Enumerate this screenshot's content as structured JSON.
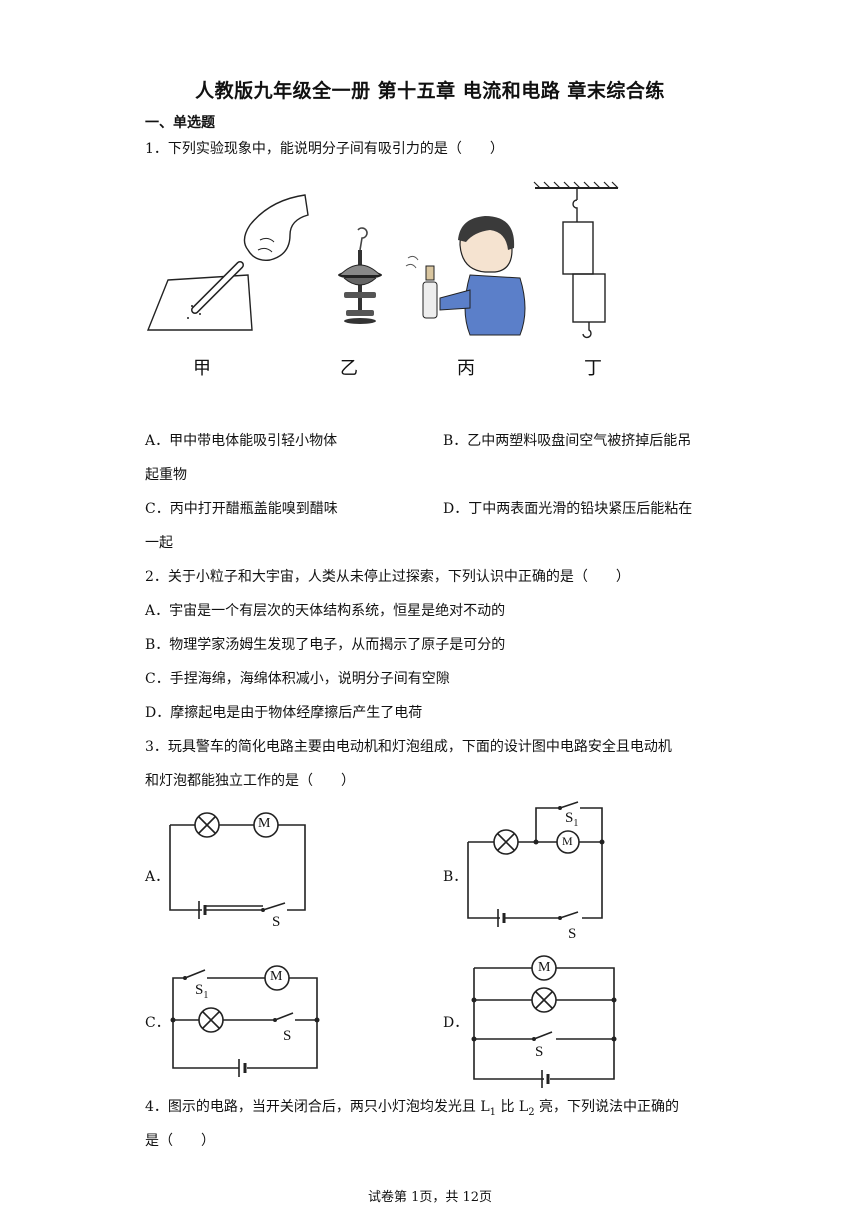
{
  "title": "人教版九年级全一册 第十五章 电流和电路 章末综合练",
  "section": "一、单选题",
  "q1": {
    "stem": "1．下列实验现象中，能说明分子间有吸引力的是（　　）",
    "captions": [
      "甲",
      "乙",
      "丙",
      "丁"
    ],
    "optA_1": "A．甲中带电体能吸引轻小物体",
    "optA_2": "起重物",
    "optB": "B．乙中两塑料吸盘间空气被挤掉后能吊",
    "optC_1": "C．丙中打开醋瓶盖能嗅到醋味",
    "optC_2": "一起",
    "optD": "D．丁中两表面光滑的铅块紧压后能粘在"
  },
  "q2": {
    "stem": "2．关于小粒子和大宇宙，人类从未停止过探索，下列认识中正确的是（　　）",
    "optA": "A．宇宙是一个有层次的天体结构系统，恒星是绝对不动的",
    "optB": "B．物理学家汤姆生发现了电子，从而揭示了原子是可分的",
    "optC": "C．手捏海绵，海绵体积减小，说明分子间有空隙",
    "optD": "D．摩擦起电是由于物体经摩擦后产生了电荷"
  },
  "q3": {
    "stem_1": "3．玩具警车的简化电路主要由电动机和灯泡组成，下面的设计图中电路安全且电动机",
    "stem_2": "和灯泡都能独立工作的是（　　）",
    "labelA": "A．",
    "labelB": "B．",
    "labelC": "C．",
    "labelD": "D．",
    "motor": "M",
    "switch_s": "S",
    "switch_s1": "S",
    "sub1": "1"
  },
  "q4": {
    "stem_1a": "4．图示的电路，当开关闭合后，两只小灯泡均发光且 L",
    "stem_1b": "1",
    "stem_1c": " 比 L",
    "stem_1d": "2",
    "stem_1e": " 亮，下列说法中正确的",
    "stem_2": "是（　　）"
  },
  "footer": "试卷第 1页，共 12页"
}
